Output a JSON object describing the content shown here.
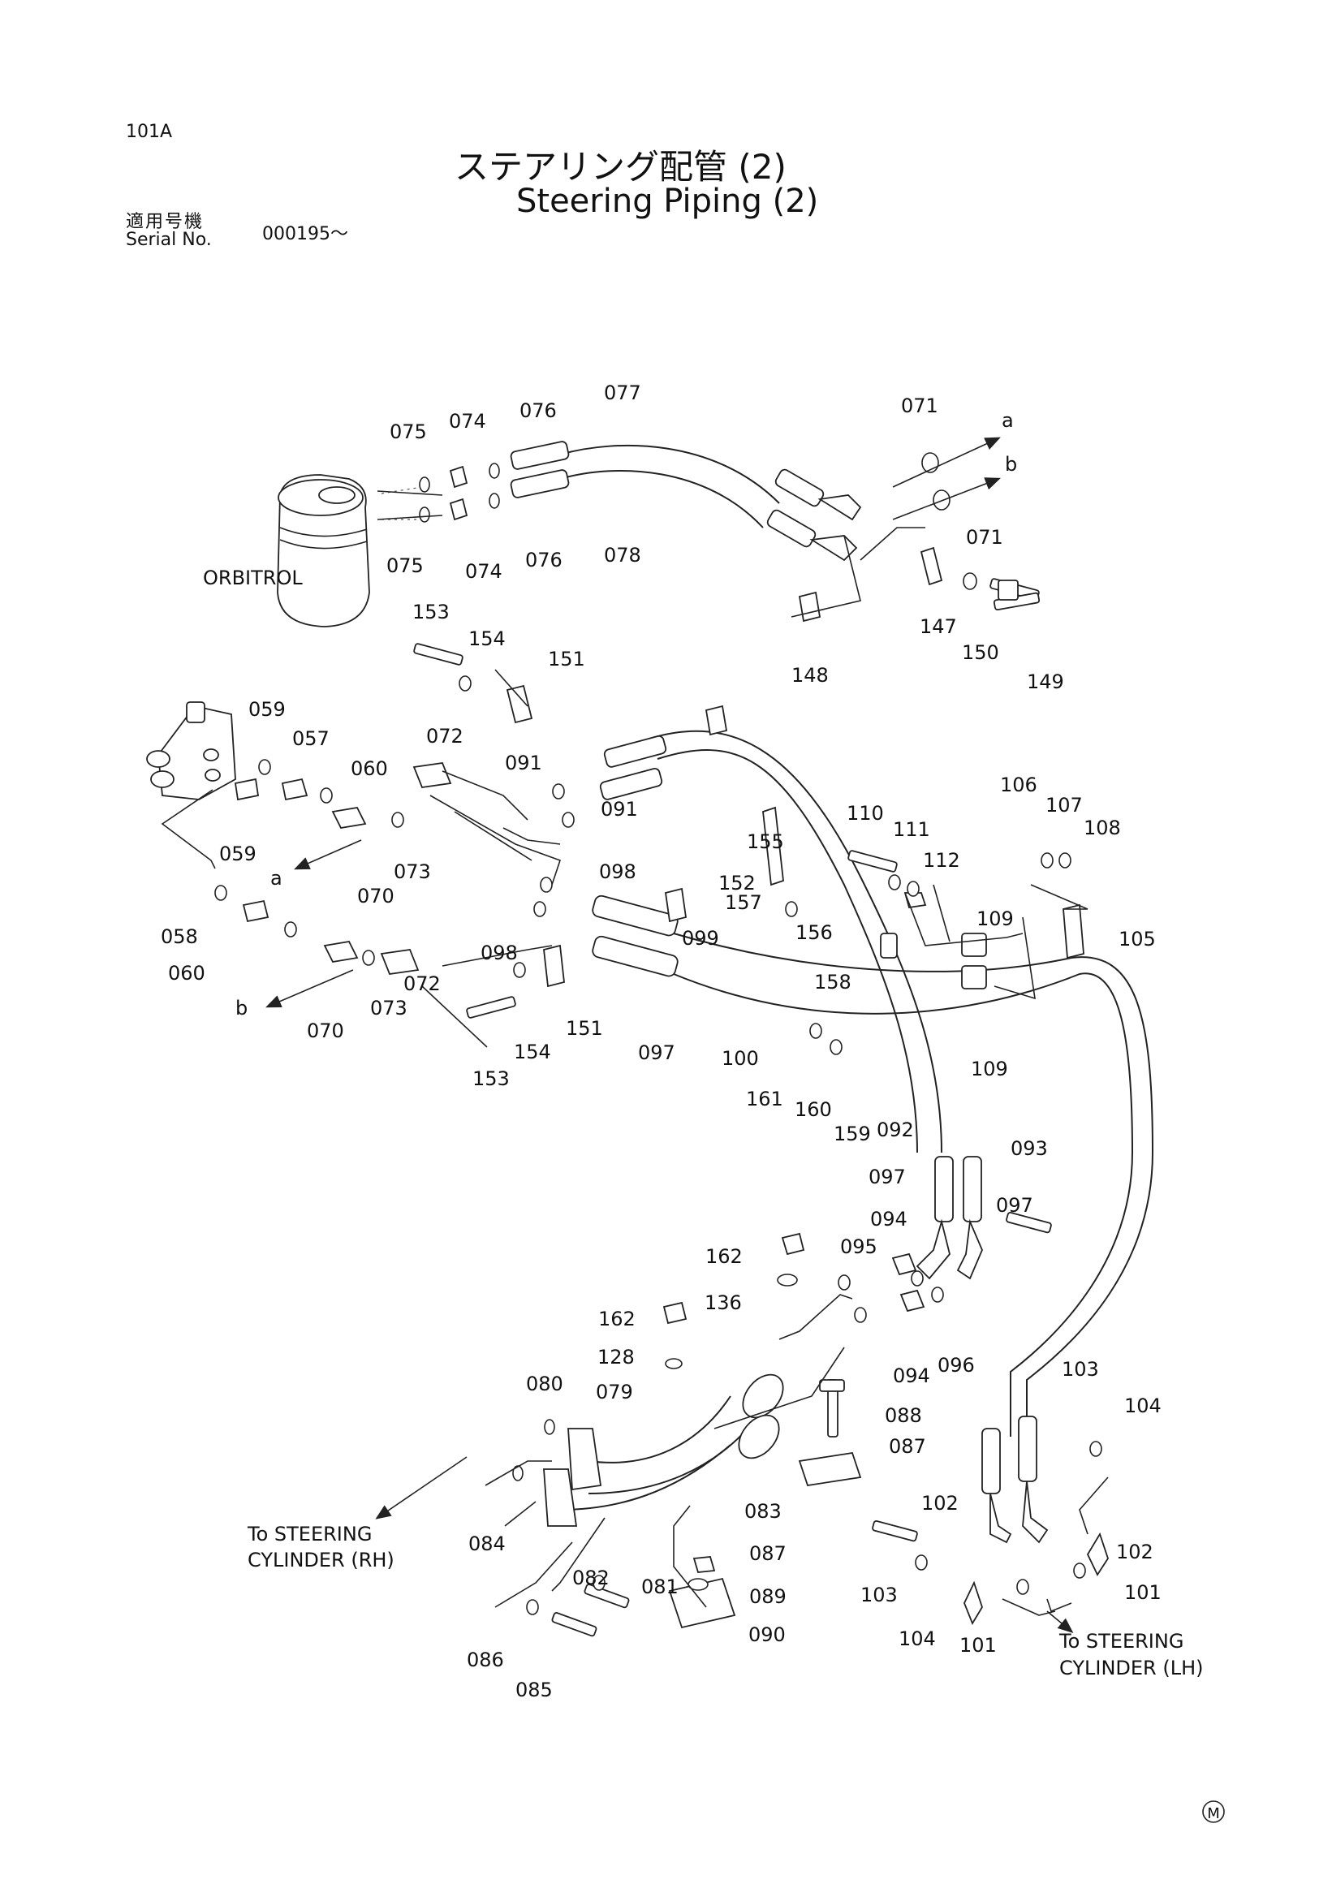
{
  "header": {
    "page_code": "101A",
    "title_jp": "ステアリング配管 (2)",
    "title_en": "Steering Piping (2)",
    "serial_label_jp": "適用号機",
    "serial_label_en": "Serial No.",
    "serial_value": "000195～"
  },
  "labels": {
    "orbitrol": "ORBITROL",
    "to_rh_1": "To STEERING",
    "to_rh_2": "CYLINDER (RH)",
    "to_lh_1": "To STEERING",
    "to_lh_2": "CYLINDER (LH)",
    "arrow_a": "a",
    "arrow_b": "b",
    "mark": "M"
  },
  "part_numbers": [
    "075",
    "074",
    "076",
    "077",
    "071",
    "075",
    "074",
    "076",
    "078",
    "071",
    "153",
    "154",
    "151",
    "147",
    "150",
    "149",
    "148",
    "059",
    "057",
    "060",
    "072",
    "091",
    "091",
    "059",
    "073",
    "070",
    "058",
    "060",
    "073",
    "070",
    "072",
    "098",
    "098",
    "152",
    "155",
    "157",
    "156",
    "158",
    "099",
    "154",
    "151",
    "097",
    "153",
    "110",
    "111",
    "112",
    "106",
    "107",
    "108",
    "109",
    "105",
    "109",
    "100",
    "161",
    "160",
    "159",
    "092",
    "093",
    "097",
    "097",
    "162",
    "136",
    "095",
    "094",
    "096",
    "094",
    "162",
    "128",
    "080",
    "079",
    "088",
    "087",
    "084",
    "083",
    "087",
    "082",
    "081",
    "089",
    "090",
    "086",
    "085",
    "103",
    "104",
    "102",
    "102",
    "101",
    "103",
    "104",
    "101"
  ]
}
